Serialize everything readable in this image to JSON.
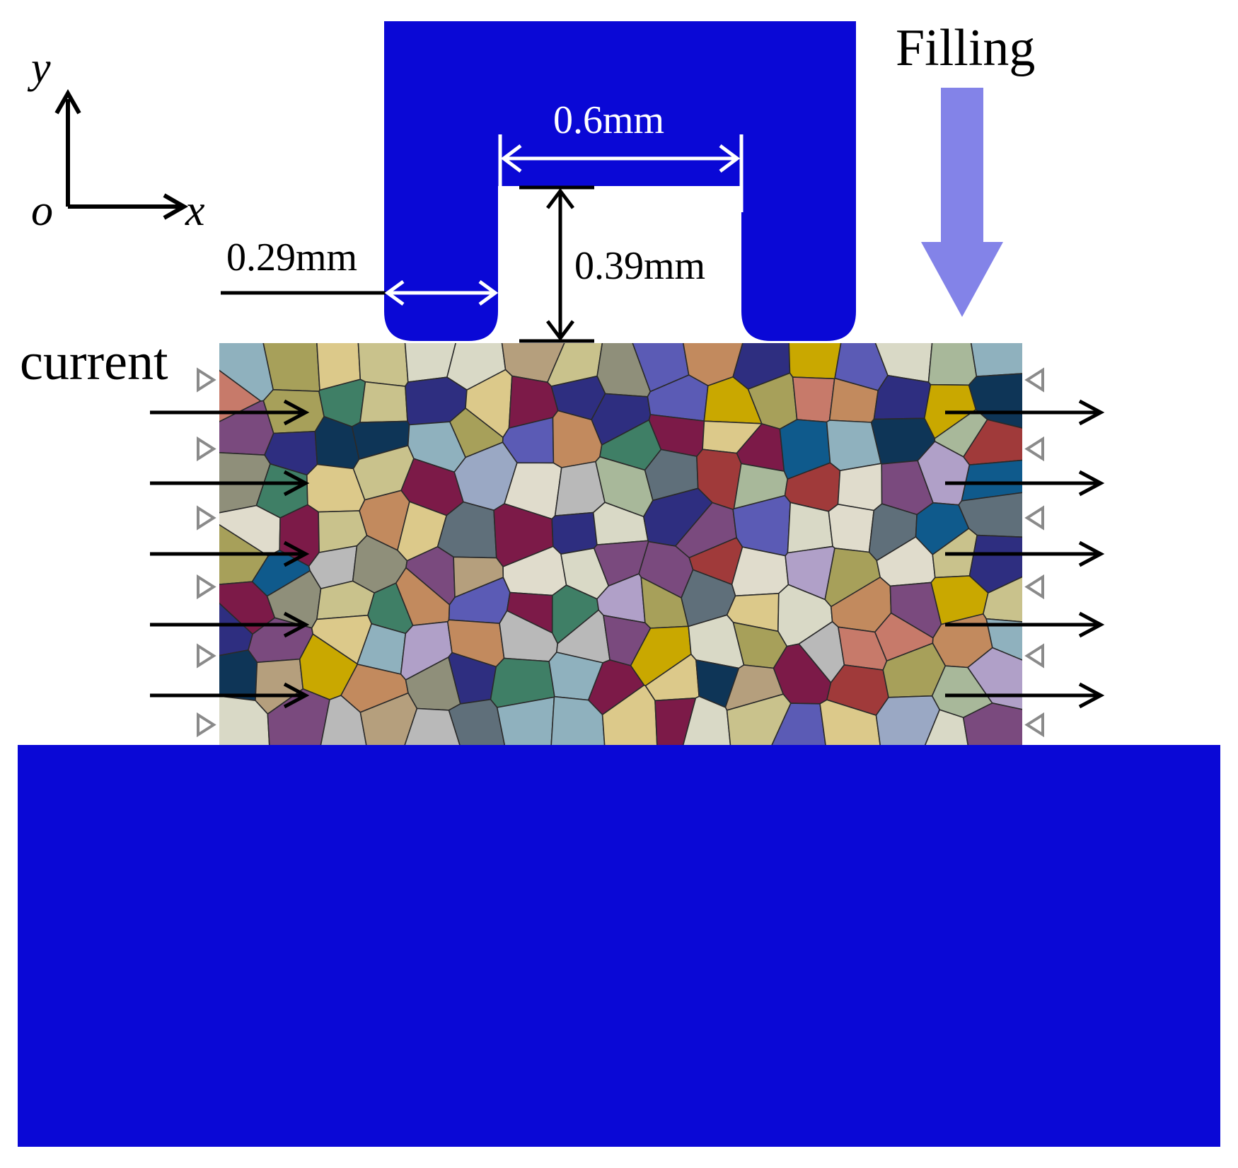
{
  "axes": {
    "y_label": "y",
    "x_label": "x",
    "origin_label": "o"
  },
  "labels": {
    "filling": "Filling",
    "current": "current",
    "gap_width": "0.6mm",
    "gap_depth": "0.39mm",
    "tooth_width": "0.29mm"
  },
  "colors": {
    "electrode": "#0a08d6",
    "filling_arrow": "#8383e8",
    "dimension_light": "#ffffff",
    "dimension_dark": "#000000",
    "grain_border": "#2a2a2a",
    "constraint_marker": "#8a8a8a"
  },
  "grain_palette": [
    "#a8b89a",
    "#c9c28c",
    "#7a4a7e",
    "#b9b9b9",
    "#3f7f66",
    "#8fb1be",
    "#0f5a8c",
    "#a03a3a",
    "#c28a5e",
    "#7c1a48",
    "#d9d9c6",
    "#c9a800",
    "#5b5bb5",
    "#0e3557",
    "#8f8f7a",
    "#b59f7d",
    "#9aa8c4",
    "#c77a6a",
    "#2e2e80",
    "#a7a05a",
    "#e0dccc",
    "#5f6f7a",
    "#b0a0c8",
    "#dcc98a"
  ],
  "grain_count": 170,
  "current_arrow_rows": 5,
  "constraint_marker_rows": 6
}
